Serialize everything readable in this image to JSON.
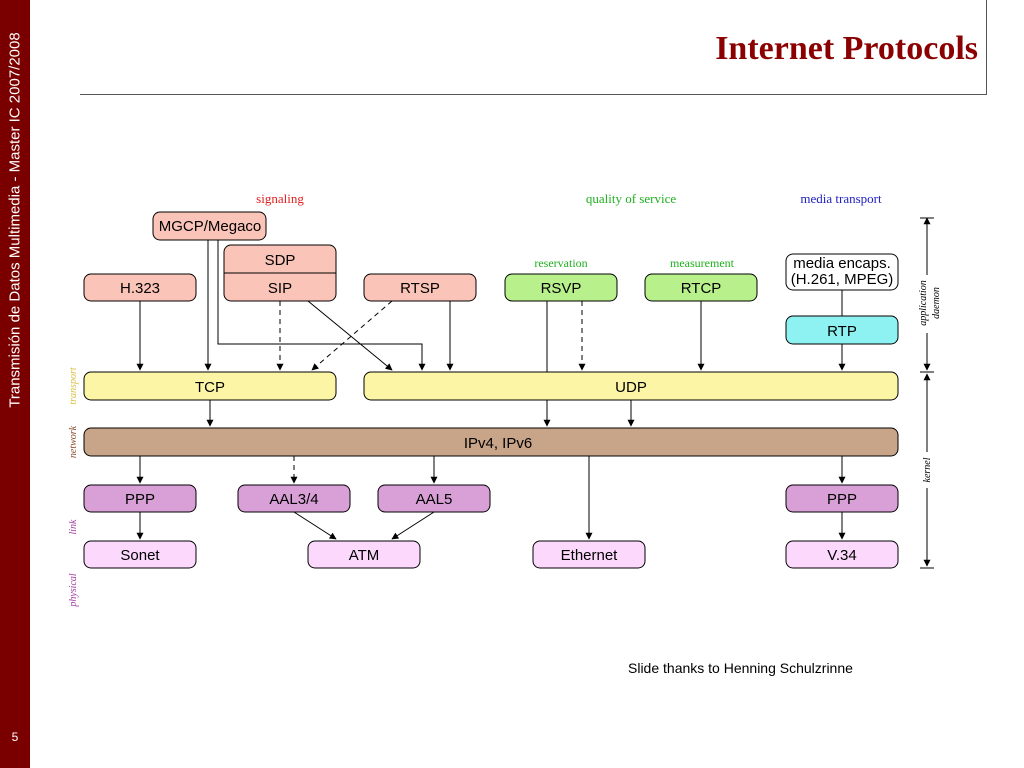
{
  "slide": {
    "sidebar_text": "Transmisión de Datos Multimedia - Master IC 2007/2008",
    "number": "5",
    "title": "Internet Protocols",
    "credit": "Slide thanks to Henning Schulzrinne"
  },
  "colors": {
    "sidebar": "#7a0000",
    "title": "#8b0000",
    "signaling_fill": "#fbc4b8",
    "qos_fill": "#b8f08c",
    "media_fill": "#8ef2f2",
    "transport_fill": "#fdf5a6",
    "network_fill": "#c8a488",
    "link_fill": "#d9a0d8",
    "physical_fill": "#fcd8fc"
  },
  "diagram": {
    "categories": {
      "signaling": "signaling",
      "qos": "quality of service",
      "media": "media transport"
    },
    "subcategories": {
      "reservation": "reservation",
      "measurement": "measurement"
    },
    "boxes": {
      "mgcp": "MGCP/Megaco",
      "sdp": "SDP",
      "h323": "H.323",
      "sip": "SIP",
      "rtsp": "RTSP",
      "rsvp": "RSVP",
      "rtcp": "RTCP",
      "media_encaps_1": "media encaps.",
      "media_encaps_2": "(H.261, MPEG)",
      "rtp": "RTP",
      "tcp": "TCP",
      "udp": "UDP",
      "ip": "IPv4, IPv6",
      "ppp_left": "PPP",
      "aal34": "AAL3/4",
      "aal5": "AAL5",
      "ppp_right": "PPP",
      "sonet": "Sonet",
      "atm": "ATM",
      "ethernet": "Ethernet",
      "v34": "V.34"
    },
    "layers": {
      "transport": "transport",
      "network": "network",
      "link": "link",
      "physical": "physical"
    },
    "right_labels": {
      "app_daemon_1": "application",
      "app_daemon_2": "daemon",
      "kernel": "kernel"
    }
  }
}
